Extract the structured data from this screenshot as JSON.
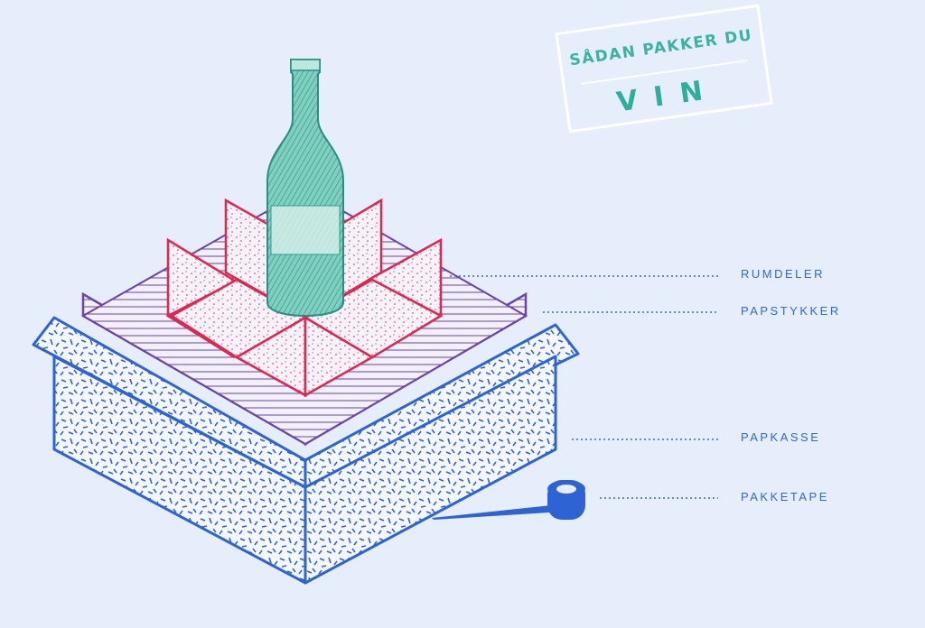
{
  "stamp": {
    "title": "SÅDAN PAKKER DU",
    "word": "VIN"
  },
  "labels": {
    "rumdeler": "RUMDELER",
    "papstykker": "PAPSTYKKER",
    "papkasse": "PAPKASSE",
    "pakketape": "PAKKETAPE"
  },
  "colors": {
    "background": "#e6edfb",
    "box": "#2e63d4",
    "divider": "#e0264f",
    "cardboard": "#6a44a8",
    "bottle": "#3bb3a2",
    "text": "#2e6bd6"
  }
}
